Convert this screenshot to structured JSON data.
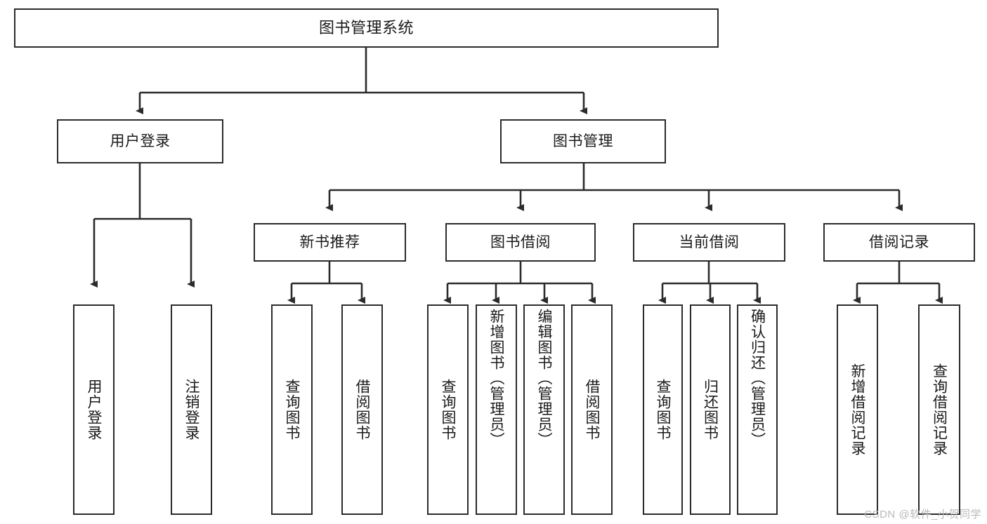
{
  "diagram": {
    "type": "tree",
    "title": "图书管理系统",
    "watermark": "CSDN @软件_小贺同学",
    "colors": {
      "box_border": "#2b2b2b",
      "box_fill": "#ffffff",
      "edge": "#2b2b2b",
      "text": "#1a1a1a",
      "watermark": "#b9b9b9"
    },
    "nodes": {
      "root": {
        "label": "图书管理系统"
      },
      "level2": [
        {
          "id": "user-login",
          "label": "用户登录"
        },
        {
          "id": "book-manage",
          "label": "图书管理"
        }
      ],
      "level3": [
        {
          "id": "new-book-rec",
          "label": "新书推荐"
        },
        {
          "id": "book-borrow",
          "label": "图书借阅"
        },
        {
          "id": "current-borrow",
          "label": "当前借阅"
        },
        {
          "id": "borrow-record",
          "label": "借阅记录"
        }
      ],
      "leaves": {
        "user_login": [
          {
            "id": "leaf-user-login",
            "label": "用户登录"
          },
          {
            "id": "leaf-logout-login",
            "label": "注销登录"
          }
        ],
        "new_book_rec": [
          {
            "id": "leaf-query-book-1",
            "label": "查询图书"
          },
          {
            "id": "leaf-borrow-book-1",
            "label": "借阅图书"
          }
        ],
        "book_borrow": [
          {
            "id": "leaf-query-book-2",
            "label": "查询图书"
          },
          {
            "id": "leaf-add-book",
            "label": "新增图书（管理员）"
          },
          {
            "id": "leaf-edit-book",
            "label": "编辑图书（管理员）"
          },
          {
            "id": "leaf-borrow-book-2",
            "label": "借阅图书"
          }
        ],
        "current_borrow": [
          {
            "id": "leaf-query-book-3",
            "label": "查询图书"
          },
          {
            "id": "leaf-return-book",
            "label": "归还图书"
          },
          {
            "id": "leaf-confirm-return",
            "label": "确认归还（管理员）"
          }
        ],
        "borrow_record": [
          {
            "id": "leaf-add-record",
            "label": "新增借阅记录"
          },
          {
            "id": "leaf-query-record",
            "label": "查询借阅记录"
          }
        ]
      }
    }
  }
}
